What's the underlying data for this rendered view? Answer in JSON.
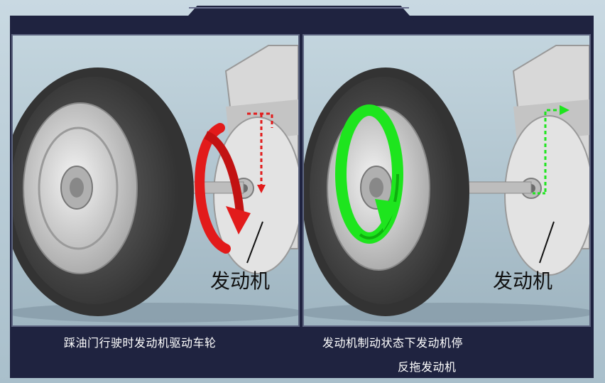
{
  "panels": [
    {
      "id": "drive",
      "engine_label": "发动机",
      "caption": "踩油门行驶时发动机驱动车轮",
      "arrow_color": "#e21b1b"
    },
    {
      "id": "brake",
      "engine_label": "发动机",
      "caption_line1": "发动机制动状态下发动机停",
      "caption_line2": "反拖发动机",
      "arrow_color": "#1ee51e"
    }
  ],
  "colors": {
    "frame": "#1f2340",
    "panel_bg": "#b7ccd6",
    "tire": "#4b4b4b",
    "rim": "#cfcfcf",
    "engine": "#dcdcdc"
  }
}
